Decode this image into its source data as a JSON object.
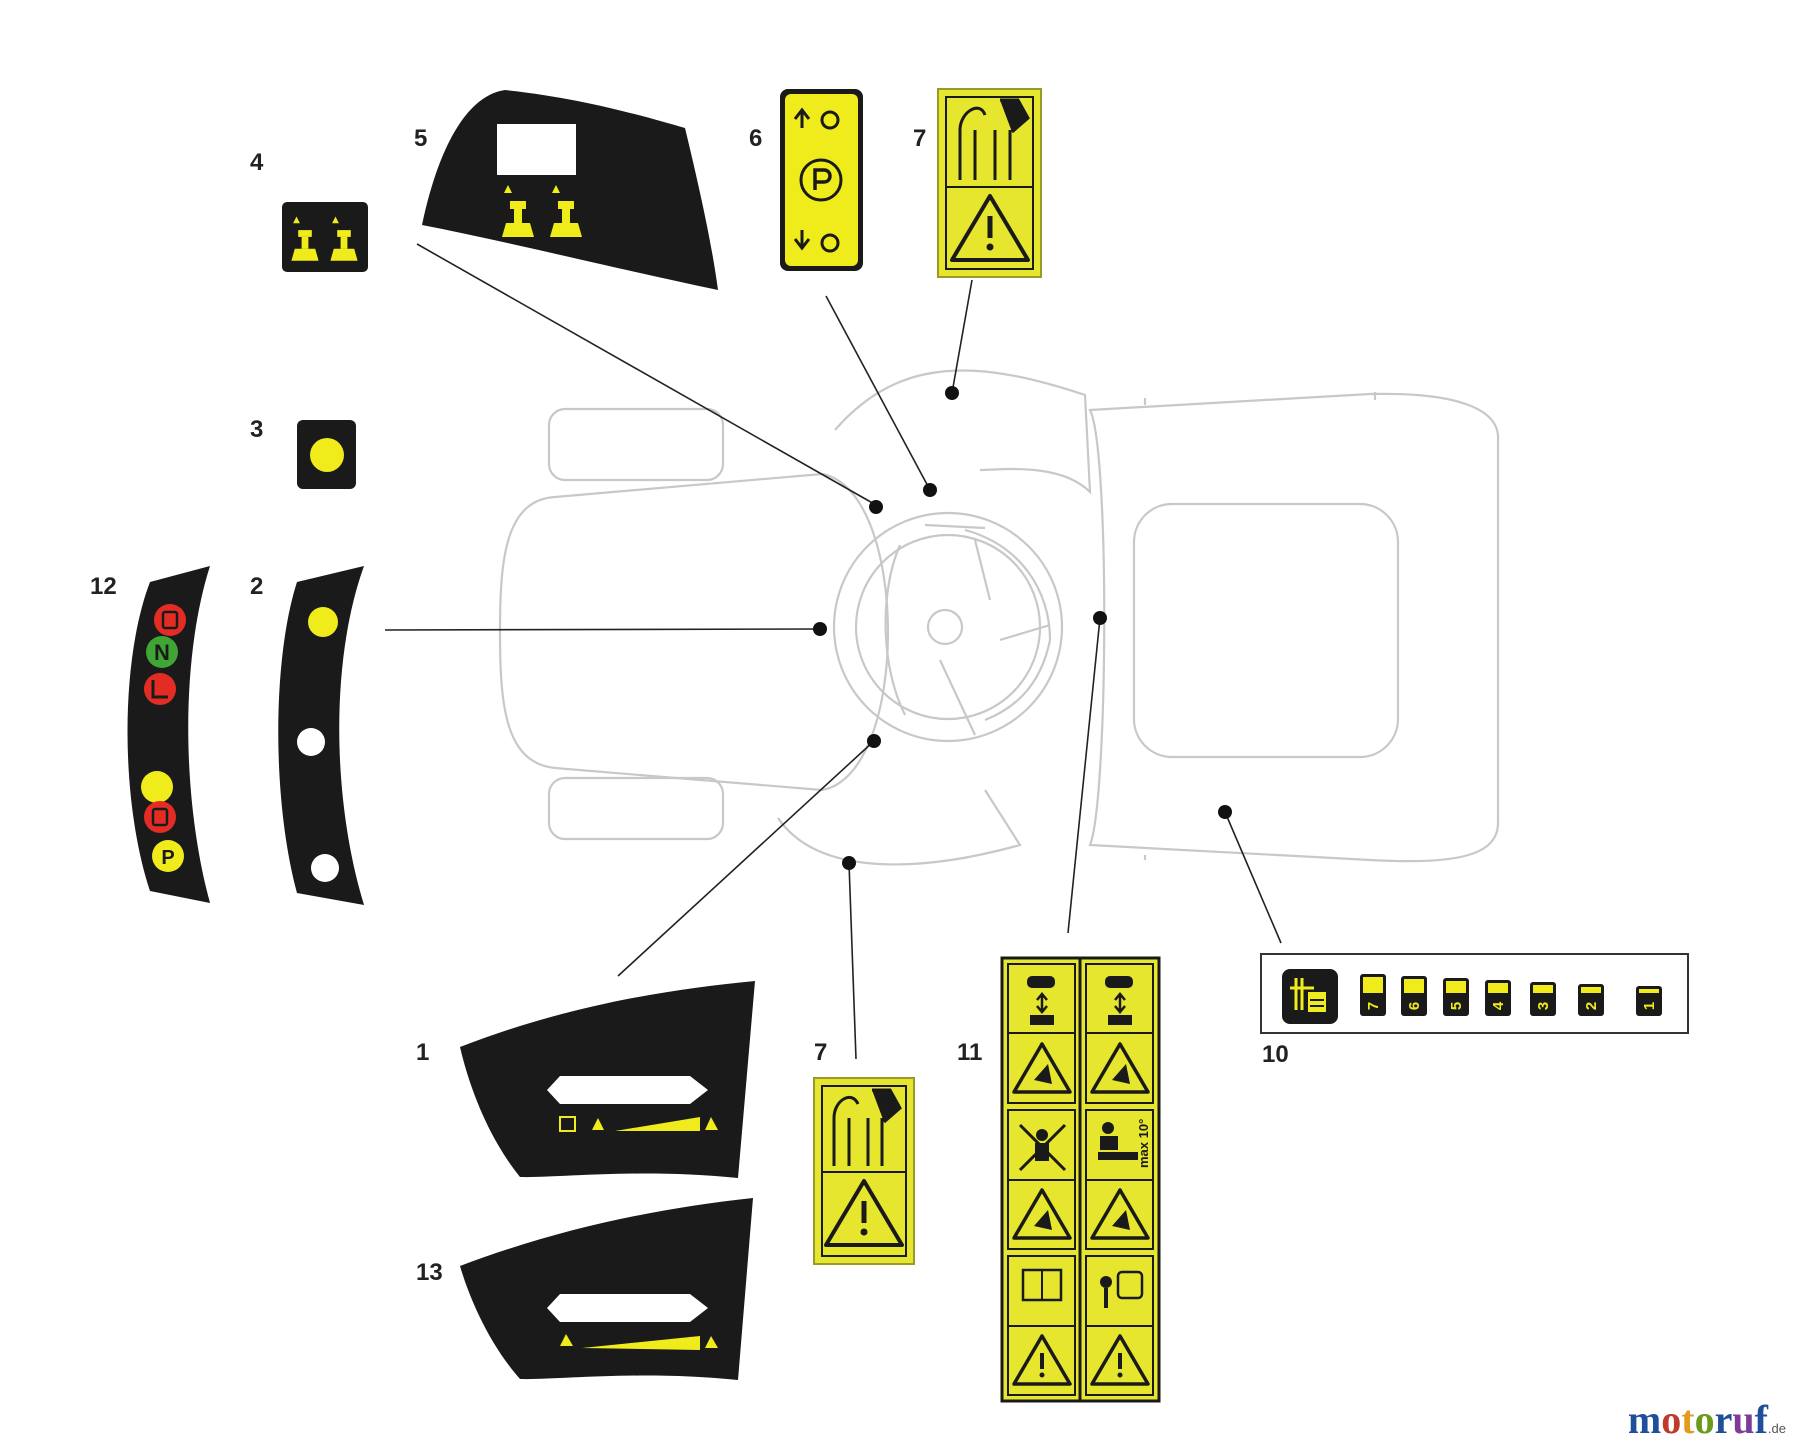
{
  "labels": {
    "n1": "1",
    "n2": "2",
    "n3": "3",
    "n4": "4",
    "n5": "5",
    "n6": "6",
    "n7a": "7",
    "n7b": "7",
    "n10": "10",
    "n11": "11",
    "n12": "12",
    "n13": "13"
  },
  "decal_10_steps": [
    "7",
    "6",
    "5",
    "4",
    "3",
    "2",
    "1"
  ],
  "decal_12_letters": [
    "N"
  ],
  "decal_11_text": "max 10°",
  "brand": {
    "letters": [
      "m",
      "o",
      "t",
      "o",
      "r",
      "u",
      "f"
    ],
    "letter_colors": [
      "#1f4e9a",
      "#c0392b",
      "#e39b1b",
      "#6a9a1f",
      "#1f4e9a",
      "#7d3c98",
      "#1f4e9a"
    ],
    "tld": ".de"
  },
  "colors": {
    "decal_black": "#1a1a1a",
    "warning_yellow": "#e6e62e",
    "indicator_yellow": "#f0ec1c",
    "indicator_red": "#e32d24",
    "indicator_green": "#3fa535",
    "outline_gray": "#c8c8c8"
  },
  "icons": {
    "decal_1": "throttle-slider-icon",
    "decal_2": "indicator-lights-icon",
    "decal_3": "yellow-light-icon",
    "decal_4": "blade-height-icon",
    "decal_5": "blade-lever-icon",
    "decal_6": "parking-brake-icon",
    "decal_7": "warning-hand-hazard-icon",
    "decal_10": "cutting-height-icon",
    "decal_11": "safety-warnings-icon",
    "decal_12": "gear-indicator-icon",
    "decal_13": "throttle-slider-icon"
  }
}
